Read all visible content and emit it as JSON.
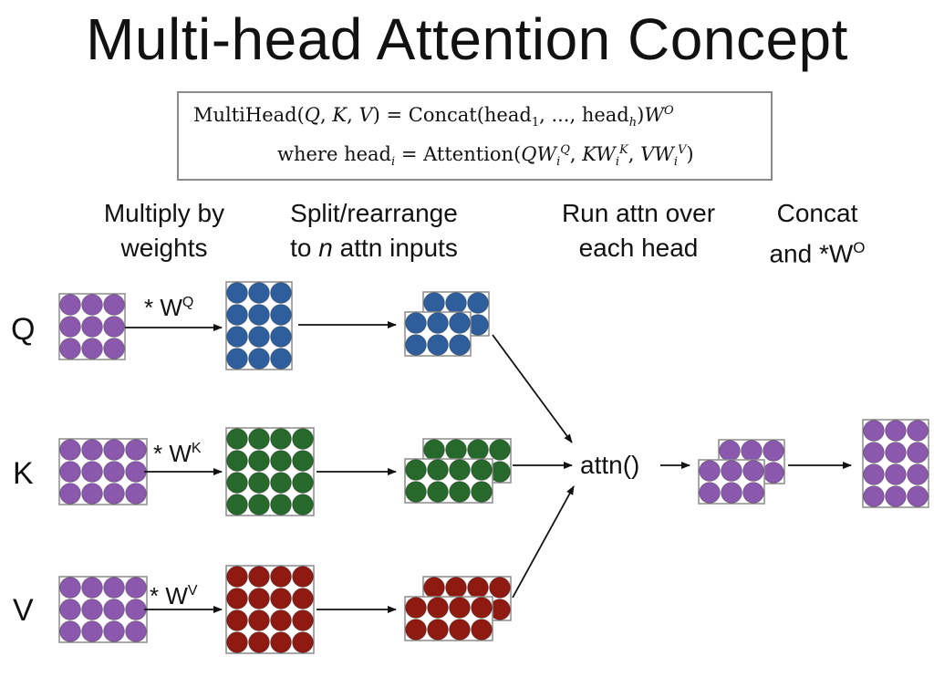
{
  "title": "Multi-head Attention Concept",
  "formula": {
    "line1": "MultiHead(Q, K, V) = Concat(head₁, ..., headₕ)Wᴼ",
    "line2": "where headᵢ = Attention(QWᵢᵠ, KWᵢᴷ, VWᵢⱽ)"
  },
  "steps": [
    {
      "line1": "Multiply by",
      "line2": "weights"
    },
    {
      "line1": "Split/rearrange",
      "line2a": "to ",
      "line2i": "n",
      "line2b": " attn inputs"
    },
    {
      "line1": "Run attn over",
      "line2": "each head"
    },
    {
      "line1": "Concat",
      "line2": "and *W",
      "line2sup": "O"
    }
  ],
  "rows": [
    {
      "label": "Q",
      "op": "* W",
      "op_sup": "Q",
      "color": "#2e5f9c"
    },
    {
      "label": "K",
      "op": "* W",
      "op_sup": "K",
      "color": "#26692b"
    },
    {
      "label": "V",
      "op": "* W",
      "op_sup": "V",
      "color": "#8e1a12"
    }
  ],
  "input_color": "#8a58ad",
  "attn_label": "attn()"
}
